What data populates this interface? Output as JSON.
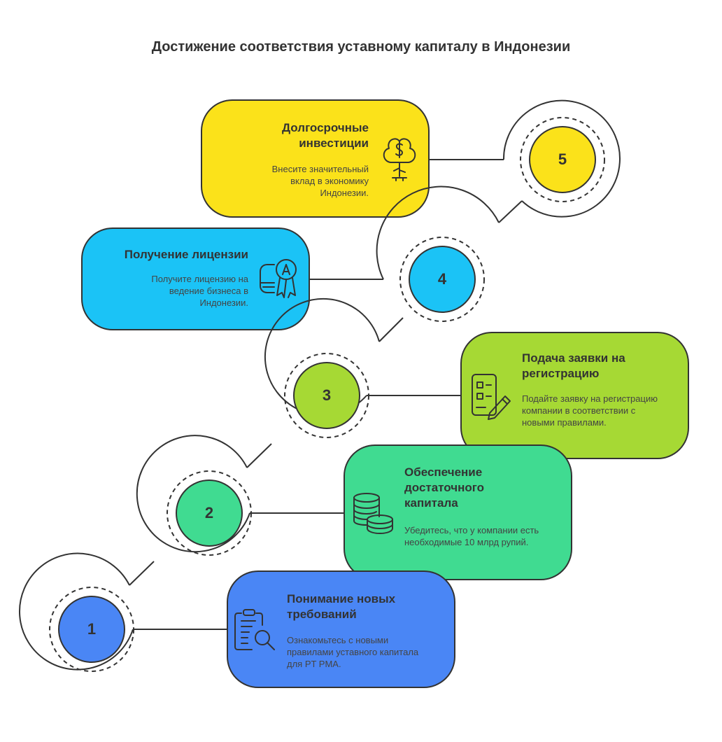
{
  "title": "Достижение соответствия уставному капиталу в Индонезии",
  "steps": [
    {
      "number": "1",
      "title": "Понимание новых требований",
      "description": "Ознакомьтесь с новыми правилами уставного капитала для PT PMA.",
      "color": "#4A86F5",
      "icon": "clipboard-search-icon"
    },
    {
      "number": "2",
      "title": "Обеспечение достаточного капитала",
      "description": "Убедитесь, что у компании есть необходимые 10 млрд рупий.",
      "color": "#40DB91",
      "icon": "coins-stack-icon"
    },
    {
      "number": "3",
      "title": "Подача заявки на регистрацию",
      "description": "Подайте заявку на регистрацию компании в соответствии с новыми правилами.",
      "color": "#A6D934",
      "icon": "form-pencil-icon"
    },
    {
      "number": "4",
      "title": "Получение лицензии",
      "description": "Получите лицензию на ведение бизнеса в Индонезии.",
      "color": "#1BC3F6",
      "icon": "certificate-icon"
    },
    {
      "number": "5",
      "title": "Долгосрочные инвестиции",
      "description": "Внесите значительный вклад в экономику Индонезии.",
      "color": "#FBE21A",
      "icon": "money-tree-icon"
    }
  ]
}
